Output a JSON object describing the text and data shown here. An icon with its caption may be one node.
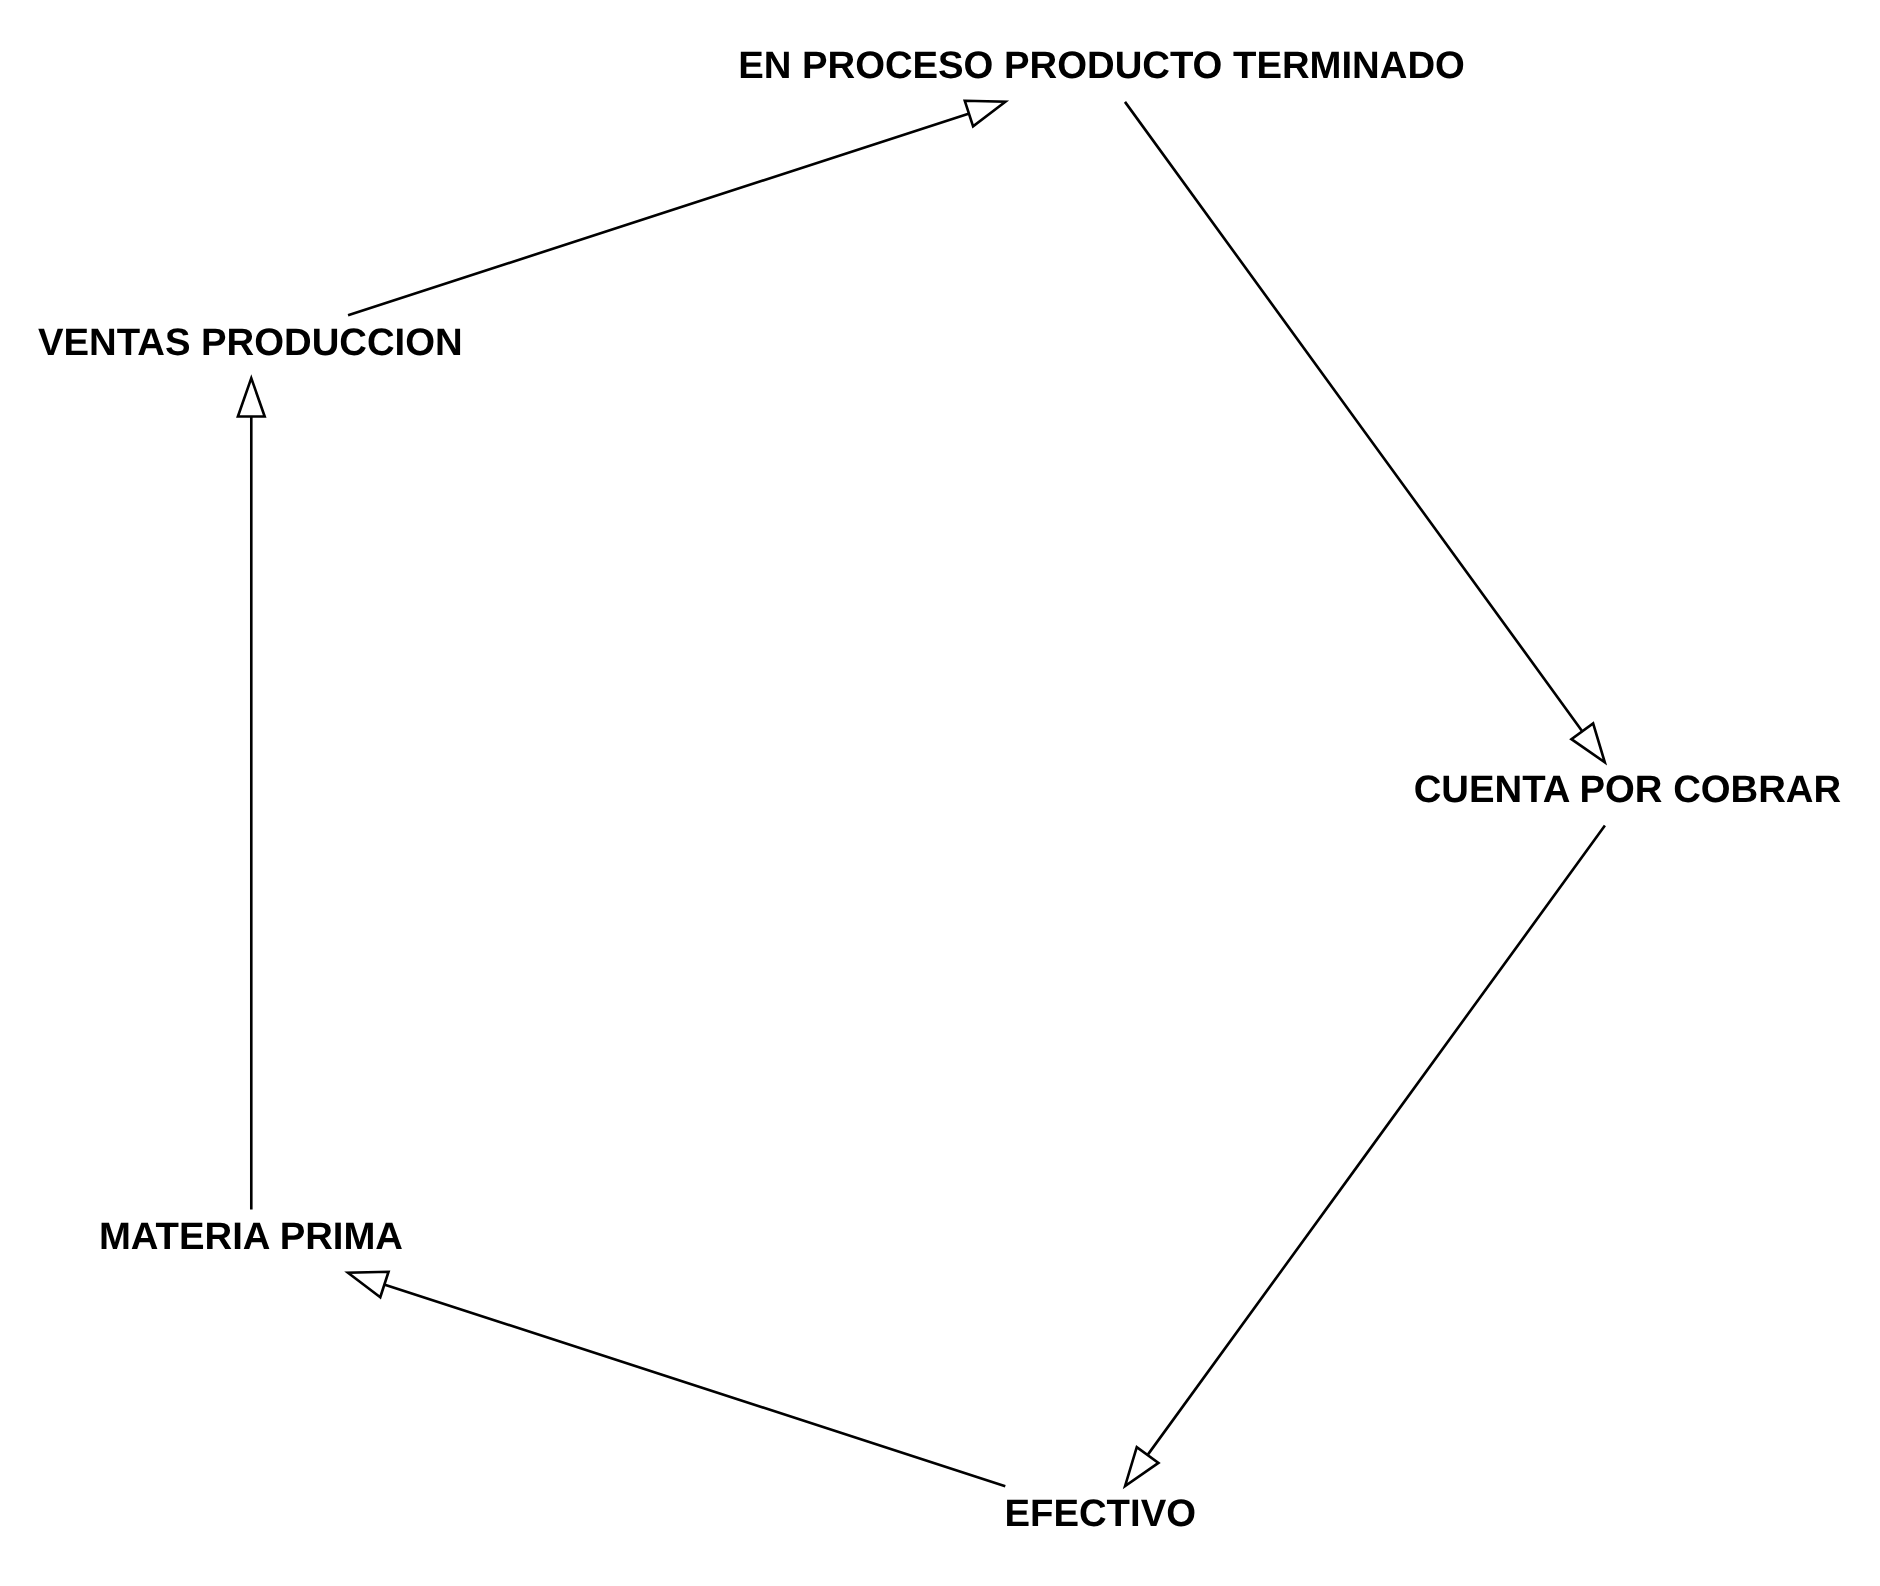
{
  "diagram": {
    "nodes": [
      {
        "text": [
          "EFECTIVO"
        ]
      },
      {
        "text": [
          "MATERIA PRIMA"
        ]
      },
      {
        "text": [
          "VENTAS PRODUCCION"
        ]
      },
      {
        "text": [
          "EN PROCESO PRODUCTO TERMINADO"
        ]
      },
      {
        "text": [
          "CUENTA POR COBRAR"
        ]
      }
    ],
    "edges": [
      {
        "from": 0,
        "to": 1,
        "arrow": "to"
      },
      {
        "from": 1,
        "to": 2,
        "arrow": "to"
      },
      {
        "from": 2,
        "to": 3,
        "arrow": "to"
      },
      {
        "from": 3,
        "to": 4,
        "arrow": "to"
      },
      {
        "from": 4,
        "to": 0,
        "arrow": "to"
      }
    ]
  }
}
